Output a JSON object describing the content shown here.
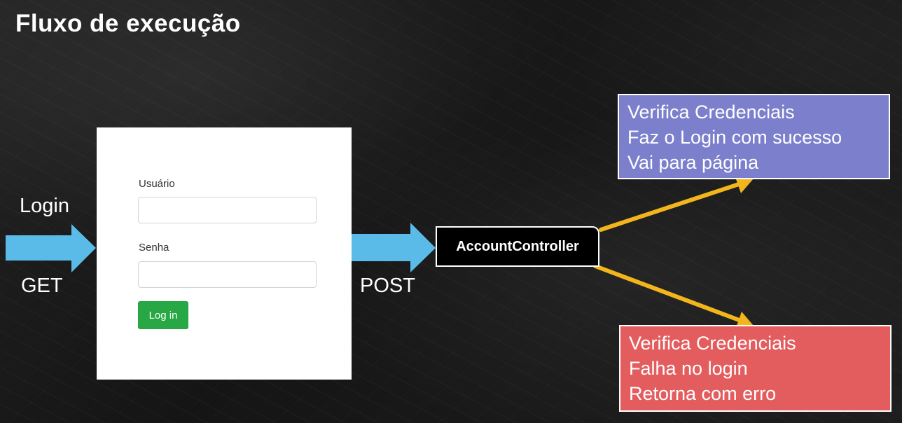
{
  "title": "Fluxo de execução",
  "labels": {
    "login": "Login",
    "get": "GET",
    "post": "POST"
  },
  "login_form": {
    "user_label": "Usuário",
    "user_value": "",
    "password_label": "Senha",
    "password_value": "",
    "button_label": "Log in",
    "button_color": "#28a745"
  },
  "controller": {
    "label": "AccountController"
  },
  "success": {
    "color": "#7b7fcc",
    "lines": [
      "Verifica Credenciais",
      "Faz o Login com sucesso",
      "Vai para página"
    ]
  },
  "failure": {
    "color": "#e35d5f",
    "lines": [
      "Verifica Credenciais",
      "Falha no login",
      "Retorna com erro"
    ]
  },
  "colors": {
    "blue_arrow": "#5bbbe8",
    "yellow_arrow": "#f2b51c",
    "background": "#191919"
  }
}
